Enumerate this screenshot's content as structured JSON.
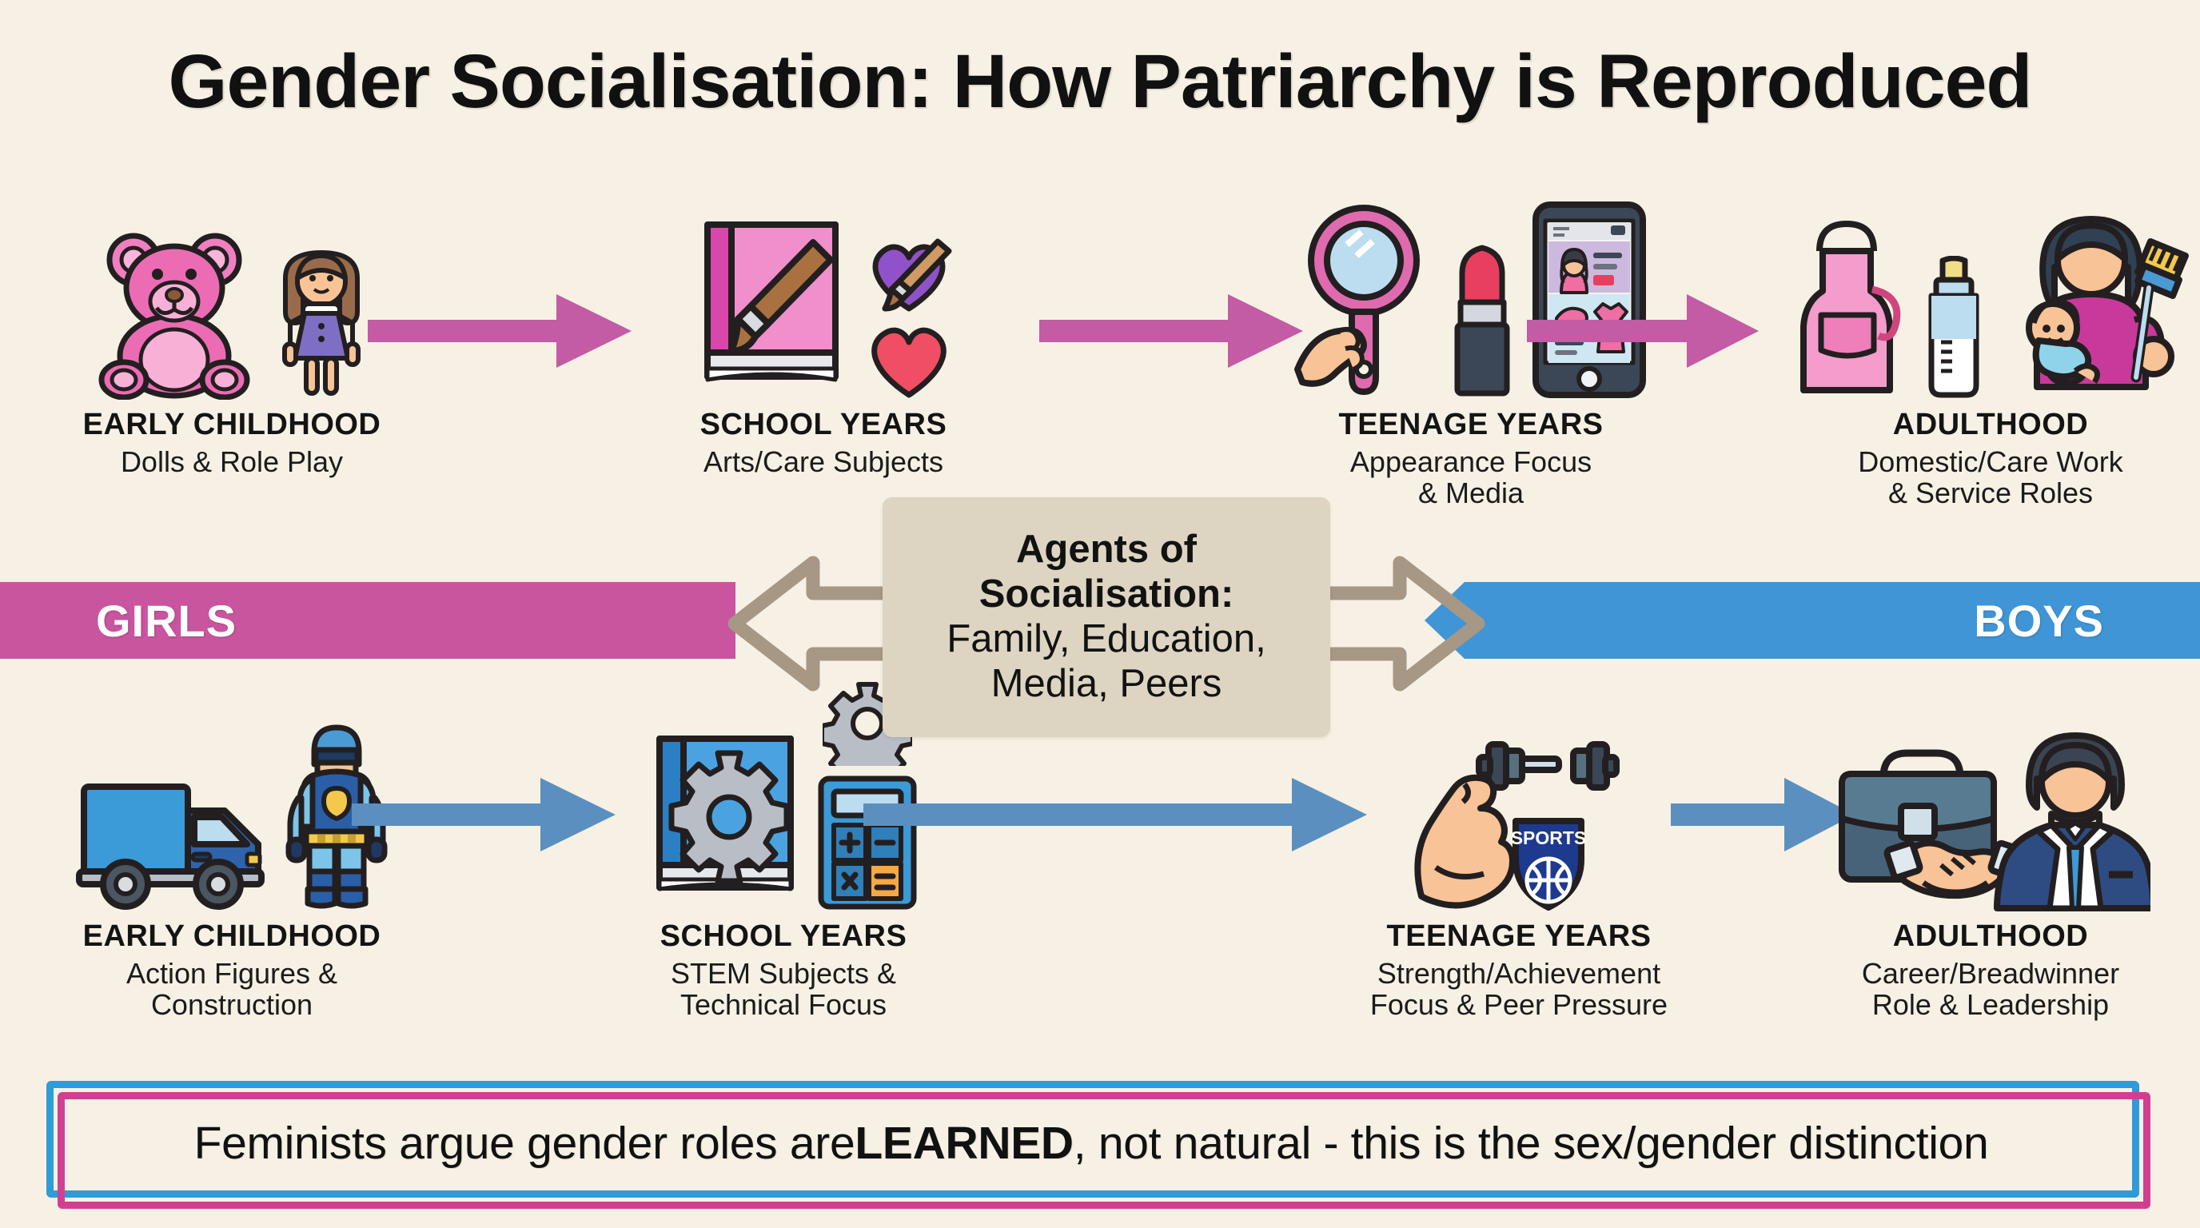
{
  "title": "Gender Socialisation: How Patriarchy is Reproduced",
  "colors": {
    "background": "#f6f1e4",
    "girls_band": "#c9559f",
    "boys_band": "#3f95d6",
    "girls_arrow": "#c45ba5",
    "boys_arrow": "#5b8fc0",
    "agents_box": "#ddd5c2",
    "agents_arrow": "#a69884",
    "banner_blue": "#2f9bd8",
    "banner_pink": "#d13f93",
    "text": "#111111"
  },
  "girls_track": {
    "band_label": "GIRLS",
    "stages": [
      {
        "label": "EARLY CHILDHOOD",
        "desc": "Dolls & Role Play",
        "icons": [
          "teddy-bear-icon",
          "doll-icon"
        ]
      },
      {
        "label": "SCHOOL YEARS",
        "desc": "Arts/Care Subjects",
        "icons": [
          "art-book-paintbrush-icon",
          "purple-heart-paintbrush-icon",
          "red-heart-icon"
        ]
      },
      {
        "label": "TEENAGE YEARS",
        "desc": "Appearance Focus\n& Media",
        "desc_line1": "Appearance Focus",
        "desc_line2": "& Media",
        "icons": [
          "hand-mirror-icon",
          "lipstick-icon",
          "smartphone-fashion-app-icon"
        ]
      },
      {
        "label": "ADULTHOOD",
        "desc_line1": "Domestic/Care Work",
        "desc_line2": "& Service Roles",
        "icons": [
          "apron-icon",
          "baby-bottle-icon",
          "mother-with-baby-and-broom-icon"
        ]
      }
    ]
  },
  "boys_track": {
    "band_label": "BOYS",
    "stages": [
      {
        "label": "EARLY CHILDHOOD",
        "desc_line1": "Action Figures &",
        "desc_line2": "Construction",
        "icons": [
          "toy-truck-icon",
          "action-figure-icon"
        ]
      },
      {
        "label": "SCHOOL YEARS",
        "desc_line1": "STEM Subjects &",
        "desc_line2": "Technical Focus",
        "icons": [
          "stem-book-gear-icon",
          "gear-icon",
          "calculator-icon"
        ]
      },
      {
        "label": "TEENAGE YEARS",
        "desc_line1": "Strength/Achievement",
        "desc_line2": "Focus & Peer Pressure",
        "icons": [
          "flexed-bicep-icon",
          "dumbbell-icon",
          "sports-shield-icon"
        ],
        "badge_text": "SPORTS"
      },
      {
        "label": "ADULTHOOD",
        "desc_line1": "Career/Breadwinner",
        "desc_line2": "Role & Leadership",
        "icons": [
          "briefcase-icon",
          "handshake-icon",
          "businessman-icon"
        ]
      }
    ]
  },
  "agents_box": {
    "line1": "Agents of",
    "line2": "Socialisation:",
    "line3": "Family, Education,",
    "line4": "Media, Peers"
  },
  "bottom_banner": {
    "text_before": "Feminists argue gender roles are ",
    "emphasis": "LEARNED",
    "text_after": ", not natural - this is the sex/gender distinction"
  }
}
